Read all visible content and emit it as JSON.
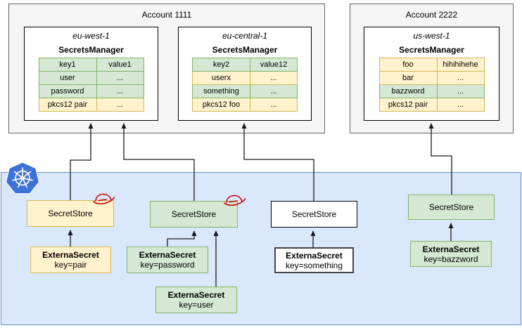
{
  "palette": {
    "green_fill": "#d5e8d4",
    "green_border": "#82b366",
    "yellow_fill": "#fff2cc",
    "yellow_border": "#d6b656",
    "blue_fill": "#dae8fc",
    "blue_border": "#6c8ebf",
    "gray_fill": "#f5f5f5",
    "gray_border": "#666666",
    "kubernetes_blue": "#3d72d9",
    "redhat_red": "#cc0000",
    "line_color": "#1a1a1a"
  },
  "accounts": [
    {
      "title": "Account 1111",
      "regions": [
        {
          "name": "eu-west-1",
          "service": "SecretsManager",
          "rows": [
            {
              "key": "key1",
              "value": "value1",
              "color": "green"
            },
            {
              "key": "user",
              "value": "...",
              "color": "green"
            },
            {
              "key": "password",
              "value": "...",
              "color": "green"
            },
            {
              "key": "pkcs12 pair",
              "value": "...",
              "color": "yellow"
            }
          ]
        },
        {
          "name": "eu-central-1",
          "service": "SecretsManager",
          "rows": [
            {
              "key": "key2",
              "value": "value12",
              "color": "green"
            },
            {
              "key": "userx",
              "value": "...",
              "color": "yellow"
            },
            {
              "key": "something",
              "value": "...",
              "color": "green"
            },
            {
              "key": "pkcs12 foo",
              "value": "...",
              "color": "yellow"
            }
          ]
        }
      ]
    },
    {
      "title": "Account 2222",
      "regions": [
        {
          "name": "us-west-1",
          "service": "SecretsManager",
          "rows": [
            {
              "key": "foo",
              "value": "hihihihehe",
              "color": "yellow"
            },
            {
              "key": "bar",
              "value": "...",
              "color": "yellow"
            },
            {
              "key": "bazzword",
              "value": "...",
              "color": "green"
            },
            {
              "key": "pkcs12 pair",
              "value": "...",
              "color": "yellow"
            }
          ]
        }
      ]
    }
  ],
  "cluster": {
    "icons": {
      "kubernetes": "kubernetes-logo",
      "redhat": "redhat-fedora"
    },
    "secret_stores": [
      {
        "label": "SecretStore",
        "color": "yellow",
        "redhat_badge": true
      },
      {
        "label": "SecretStore",
        "color": "green",
        "redhat_badge": true
      },
      {
        "label": "SecretStore",
        "color": "white",
        "redhat_badge": false
      },
      {
        "label": "SecretStore",
        "color": "green",
        "redhat_badge": false
      }
    ],
    "external_secrets": [
      {
        "title": "ExternaSecret",
        "key": "key=pair",
        "color": "yellow"
      },
      {
        "title": "ExternaSecret",
        "key": "key=password",
        "color": "green"
      },
      {
        "title": "ExternaSecret",
        "key": "key=user",
        "color": "green"
      },
      {
        "title": "ExternaSecret",
        "key": "key=something",
        "color": "white"
      },
      {
        "title": "ExternaSecret",
        "key": "key=bazzword",
        "color": "green"
      }
    ]
  }
}
